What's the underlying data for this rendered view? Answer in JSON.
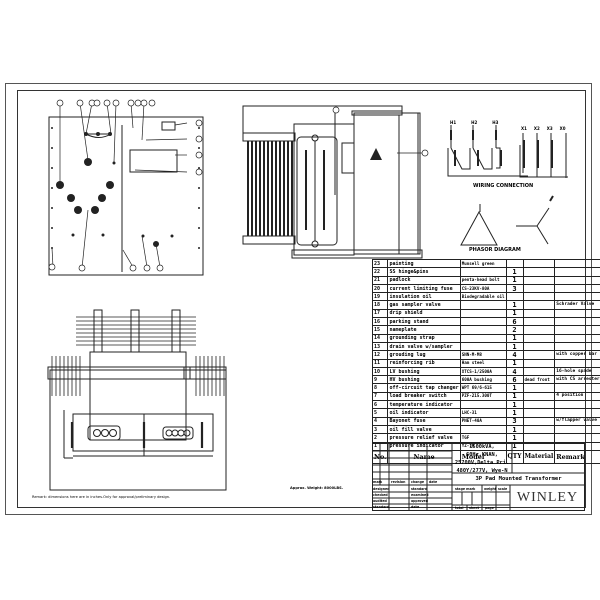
{
  "drawing": {
    "title": "3P Pad Mounted Transformer",
    "spec_lines": [
      "1500kVA, 60Hz,KNAN,",
      "25700V,Delta Pri.",
      "480Y/277V, Wye-N"
    ],
    "company": "WINLEY",
    "remark": "Remark: dimensions here are in inches.Only for approval/preliminary design.",
    "weight_label": "Approx. Weight: 8000LBS.",
    "wiring_label": "WIRING CONNECTION",
    "phasor_label": "PHASOR DIAGRAM",
    "hv_terminals": [
      "H1",
      "H2",
      "H3"
    ],
    "lv_terminals": [
      "X1",
      "X2",
      "X3",
      "X0"
    ]
  },
  "bom": {
    "headers": {
      "no": "No.",
      "name": "Name",
      "model": "Model",
      "qty": "QTY",
      "material": "Material",
      "remark": "Remark"
    },
    "rows": [
      {
        "no": "23",
        "name": "painting",
        "model": "Munsell green",
        "qty": "",
        "material": "",
        "remark": ""
      },
      {
        "no": "22",
        "name": "SS hinge&pins",
        "model": "",
        "qty": "1",
        "material": "",
        "remark": ""
      },
      {
        "no": "21",
        "name": "padlock",
        "model": "penta-head bolt",
        "qty": "1",
        "material": "",
        "remark": ""
      },
      {
        "no": "20",
        "name": "current limiting fuse",
        "model": "CS-23KV-80A",
        "qty": "3",
        "material": "",
        "remark": ""
      },
      {
        "no": "19",
        "name": "insulation oil",
        "model": "Biodegradable oil",
        "qty": "",
        "material": "",
        "remark": ""
      },
      {
        "no": "18",
        "name": "gas sampler valve",
        "model": "",
        "qty": "1",
        "material": "",
        "remark": "Schrader Valve"
      },
      {
        "no": "17",
        "name": "drip shield",
        "model": "",
        "qty": "1",
        "material": "",
        "remark": ""
      },
      {
        "no": "16",
        "name": "parking stand",
        "model": "",
        "qty": "6",
        "material": "",
        "remark": ""
      },
      {
        "no": "15",
        "name": "nameplate",
        "model": "",
        "qty": "2",
        "material": "",
        "remark": ""
      },
      {
        "no": "14",
        "name": "grounding strap",
        "model": "",
        "qty": "1",
        "material": "",
        "remark": ""
      },
      {
        "no": "13",
        "name": "drain valve w/sampler",
        "model": "",
        "qty": "1",
        "material": "",
        "remark": ""
      },
      {
        "no": "12",
        "name": "grouding lug",
        "model": "SNN-M-M8",
        "qty": "4",
        "material": "",
        "remark": "with copper bar"
      },
      {
        "no": "11",
        "name": "reinforcing rib",
        "model": "Ham steel",
        "qty": "1",
        "material": "",
        "remark": ""
      },
      {
        "no": "10",
        "name": "LV bushing",
        "model": "XTCS-1/2500A",
        "qty": "4",
        "material": "",
        "remark": "16-hole spade"
      },
      {
        "no": "9",
        "name": "HV bushing",
        "model": "600A bushing",
        "qty": "6",
        "material": "dead front",
        "remark": "with CS arrester"
      },
      {
        "no": "8",
        "name": "off-circuit tap changer",
        "model": "WPT 69/6-615",
        "qty": "1",
        "material": "",
        "remark": ""
      },
      {
        "no": "7",
        "name": "load breaker switch",
        "model": "PZF-215.300T",
        "qty": "1",
        "material": "",
        "remark": "4 position"
      },
      {
        "no": "6",
        "name": "temperature indicator",
        "model": "",
        "qty": "1",
        "material": "",
        "remark": ""
      },
      {
        "no": "5",
        "name": "oil indicator",
        "model": "LHC-31",
        "qty": "1",
        "material": "",
        "remark": ""
      },
      {
        "no": "4",
        "name": "Bayonet fuse",
        "model": "PNET-40A",
        "qty": "3",
        "material": "",
        "remark": "w/flapper valve"
      },
      {
        "no": "3",
        "name": "oil fill valve",
        "model": "",
        "qty": "1",
        "material": "",
        "remark": ""
      },
      {
        "no": "2",
        "name": "pressure relief valve",
        "model": "TGF",
        "qty": "1",
        "material": "",
        "remark": ""
      },
      {
        "no": "1",
        "name": "pressure indicator",
        "model": "YZ-76",
        "qty": "1",
        "material": "",
        "remark": ""
      }
    ]
  },
  "title_block": {
    "rev_headers": [
      "mark",
      "revision",
      "change",
      "date"
    ],
    "sign_labels_left": [
      "designed",
      "checked",
      "audited",
      "standard"
    ],
    "sign_labels_right": [
      "standard",
      "examined",
      "approved",
      "date"
    ],
    "stage_label": "stage mark",
    "weight_label": "weight",
    "scale_label": "scale",
    "total_label": "total",
    "sheet_label": "sheet",
    "page_label": "page"
  }
}
